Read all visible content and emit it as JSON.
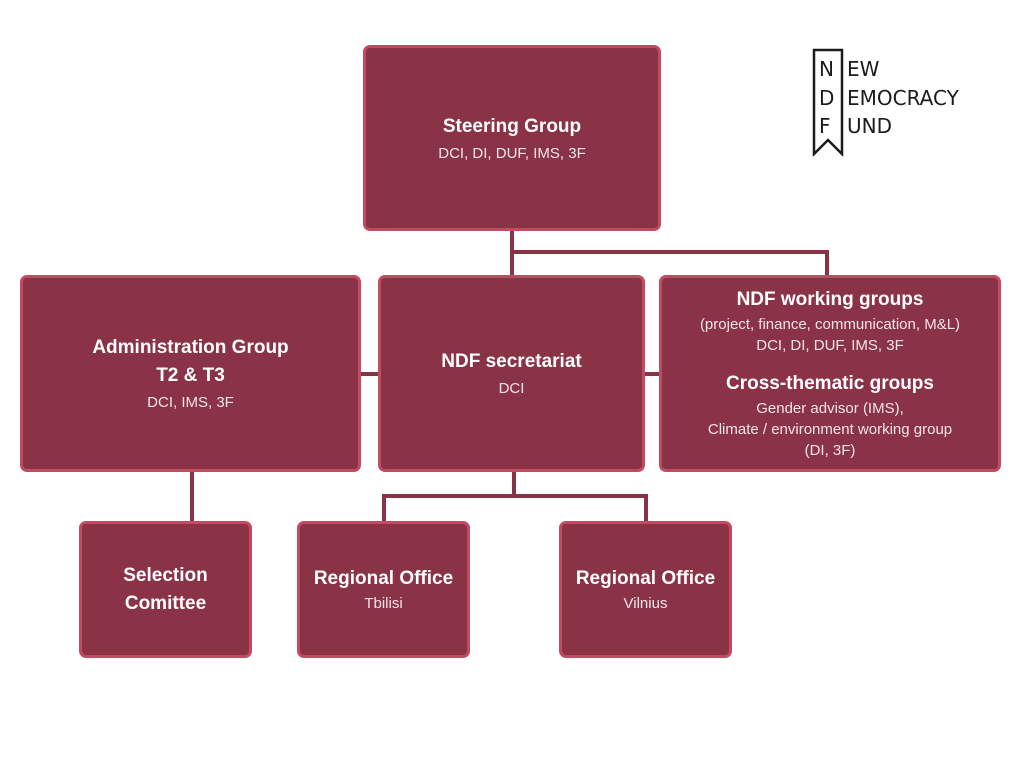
{
  "logo": {
    "lines": [
      {
        "initial": "N",
        "rest": "EW"
      },
      {
        "initial": "D",
        "rest": "EMOCRACY"
      },
      {
        "initial": "F",
        "rest": "UND"
      }
    ]
  },
  "nodes": {
    "steering": {
      "title": "Steering Group",
      "sub": "DCI, DI, DUF, IMS, 3F"
    },
    "admin": {
      "title_1": "Administration Group",
      "title_2": "T2 & T3",
      "sub": "DCI, IMS, 3F"
    },
    "secretariat": {
      "title": "NDF secretariat",
      "sub": "DCI"
    },
    "working": {
      "title": "NDF working groups",
      "sub_1": "(project, finance, communication, M&L)",
      "sub_2": "DCI, DI, DUF, IMS, 3F",
      "title_2": "Cross-thematic groups",
      "sub_3": "Gender advisor (IMS),",
      "sub_4": "Climate / environment working group",
      "sub_5": "(DI, 3F)"
    },
    "selection": {
      "title_1": "Selection",
      "title_2": "Comittee"
    },
    "tbilisi": {
      "title": "Regional Office",
      "sub": "Tbilisi"
    },
    "vilnius": {
      "title": "Regional Office",
      "sub": "Vilnius"
    }
  },
  "colors": {
    "box_fill": "#8b3346",
    "box_border": "#c24a62",
    "connector": "#8b3346",
    "text": "#ffffff"
  }
}
